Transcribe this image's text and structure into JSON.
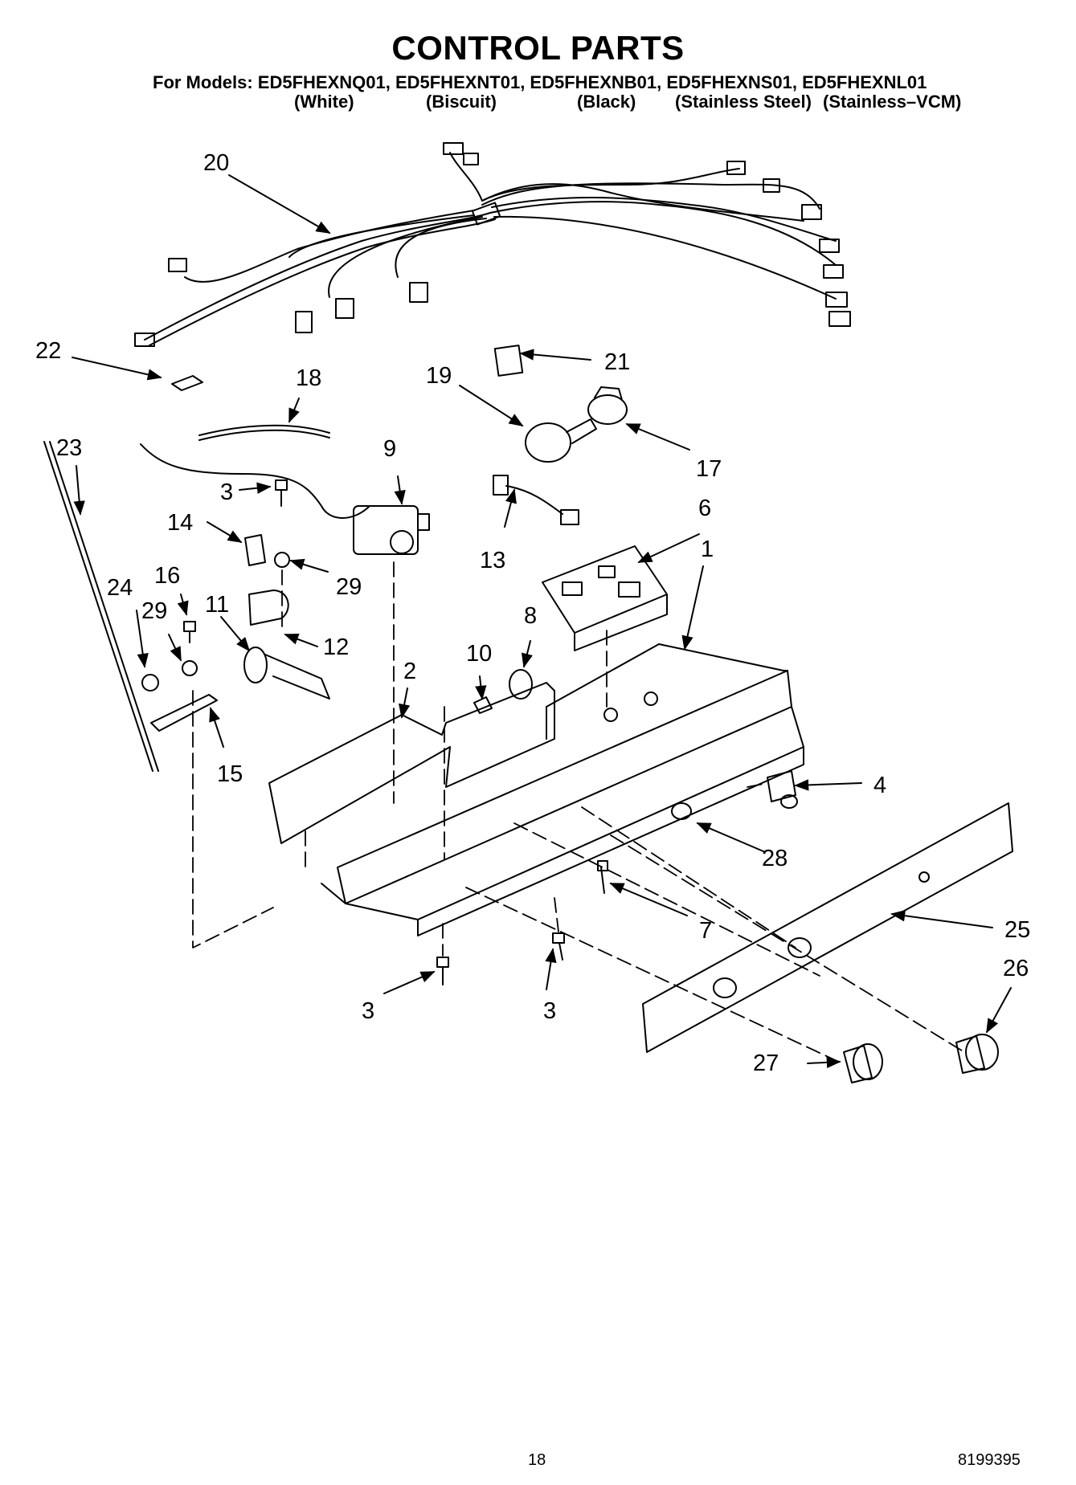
{
  "header": {
    "title": "CONTROL PARTS",
    "models_line": "For Models: ED5FHEXNQ01, ED5FHEXNT01, ED5FHEXNB01, ED5FHEXNS01, ED5FHEXNL01",
    "colors": [
      "(White)",
      "(Biscuit)",
      "(Black)",
      "(Stainless Steel)",
      "(Stainless–VCM)"
    ]
  },
  "callouts": [
    "20",
    "22",
    "21",
    "19",
    "18",
    "17",
    "23",
    "9",
    "3",
    "14",
    "29",
    "13",
    "6",
    "16",
    "24",
    "29",
    "11",
    "12",
    "1",
    "8",
    "10",
    "2",
    "15",
    "4",
    "28",
    "7",
    "25",
    "3",
    "3",
    "26",
    "27"
  ],
  "footer": {
    "page_number": "18",
    "doc_number": "8199395"
  }
}
